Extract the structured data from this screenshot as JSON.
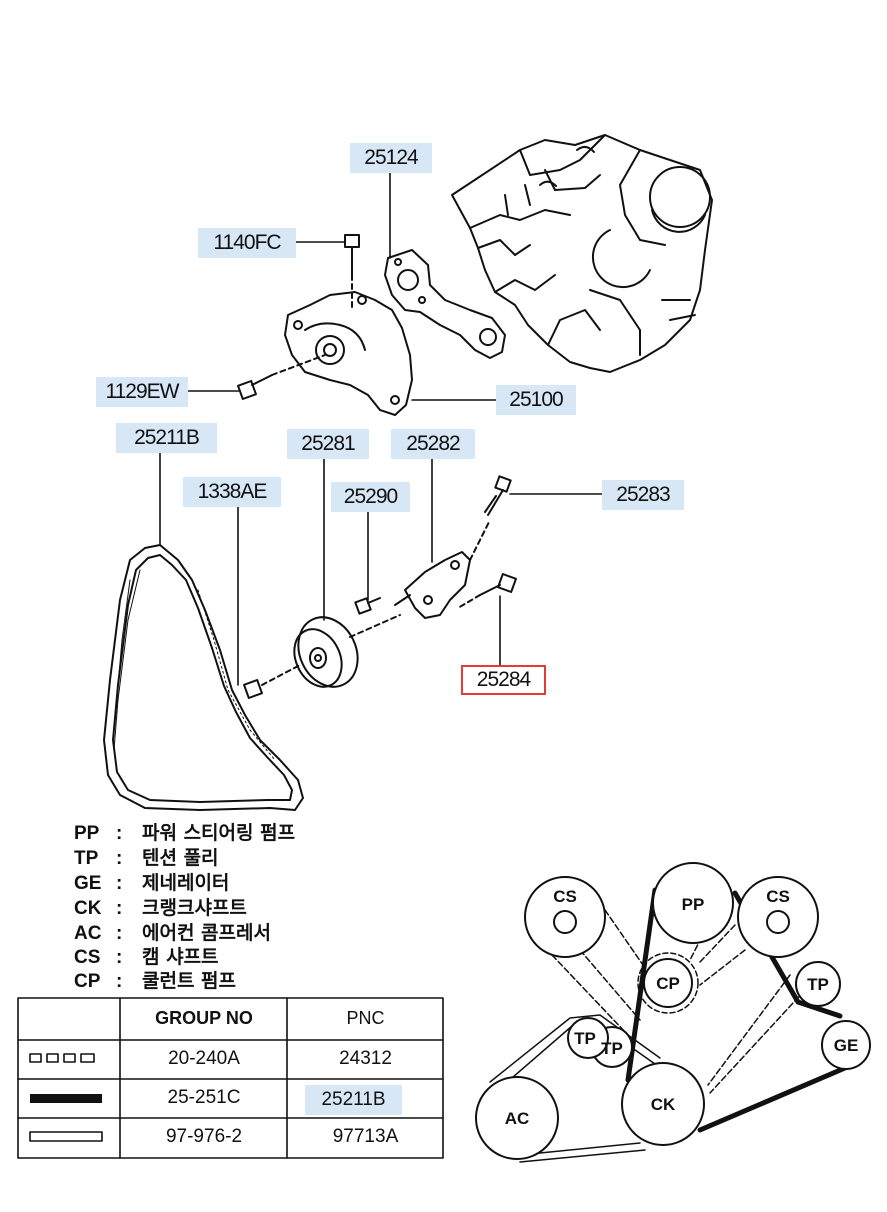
{
  "callouts": {
    "c25124": "25124",
    "c1140fc": "1140FC",
    "c1129ew": "1129EW",
    "c25100": "25100",
    "c25211b": "25211B",
    "c25281": "25281",
    "c25282": "25282",
    "c1338ae": "1338AE",
    "c25290": "25290",
    "c25283": "25283",
    "c25284": "25284"
  },
  "highlight_color": "#d7e7f6",
  "selected_border_color": "#e53a3a",
  "legend": [
    {
      "code": "PP",
      "desc": "파워 스티어링 펌프"
    },
    {
      "code": "TP",
      "desc": "텐션 풀리"
    },
    {
      "code": "GE",
      "desc": "제네레이터"
    },
    {
      "code": "CK",
      "desc": "크랭크샤프트"
    },
    {
      "code": "AC",
      "desc": "에어컨 콤프레서"
    },
    {
      "code": "CS",
      "desc": "캠 샤프트"
    },
    {
      "code": "CP",
      "desc": "쿨런트 펌프"
    }
  ],
  "table": {
    "headers": [
      "GROUP NO",
      "PNC"
    ],
    "rows": [
      {
        "line_style": "chain",
        "group_no": "20-240A",
        "pnc": "24312"
      },
      {
        "line_style": "bold",
        "group_no": "25-251C",
        "pnc": "25211B"
      },
      {
        "line_style": "outline",
        "group_no": "97-976-2",
        "pnc": "97713A"
      }
    ]
  },
  "pulleys": {
    "cs_left": "CS",
    "pp": "PP",
    "cs_right": "CS",
    "cp": "CP",
    "tp_right": "TP",
    "tp_left_a": "TP",
    "tp_left_b": "TP",
    "ge": "GE",
    "ac": "AC",
    "ck": "CK"
  }
}
